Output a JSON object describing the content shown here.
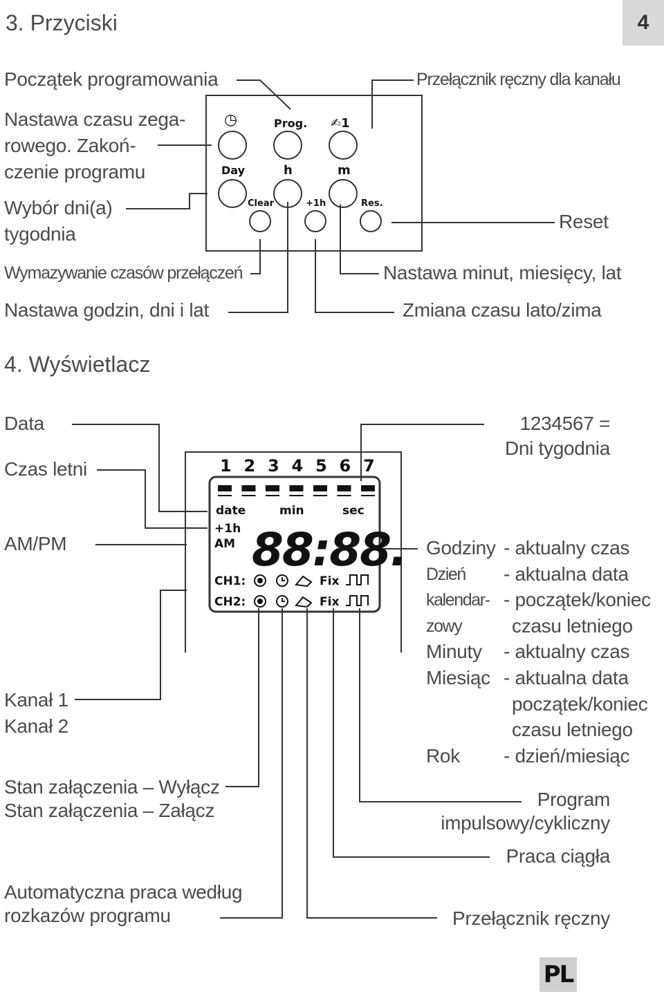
{
  "header": {
    "section_buttons": "3.  Przyciski",
    "page_number": "4"
  },
  "buttons_section": {
    "left_labels": {
      "prog_start": "Początek programowania",
      "clock_setting_1": "Nastawa czasu zega-",
      "clock_setting_2": "rowego. Zakoń-",
      "clock_setting_3": "czenie programu",
      "day_select_1": "Wybór dni(a)",
      "day_select_2": "tygodnia",
      "clear_times": "Wymazywanie czasów przełączeń",
      "hours_setting": "Nastawa godzin, dni i lat"
    },
    "right_labels": {
      "manual_switch_channel": "Przełącznik ręczny dla kanału",
      "reset": "Reset",
      "minutes_setting": "Nastawa minut, miesięcy, lat",
      "dst_change": "Zmiana czasu lato/zima"
    },
    "panel": {
      "clock_symbol": "◷",
      "prog": "Prog.",
      "manual": "✍1",
      "day": "Day",
      "h": "h",
      "m": "m",
      "clear": "Clear",
      "plus1h": "+1h",
      "res": "Res."
    }
  },
  "display_section": {
    "title": "4.  Wyświetlacz",
    "left_labels": {
      "date": "Data",
      "summer_time": "Czas letni",
      "am_pm": "AM/PM",
      "channel1": "Kanał 1",
      "channel2": "Kanał 2",
      "state_off": "Stan załączenia – Wyłącz",
      "state_on": "Stan załączenia – Załącz",
      "auto_1": "Automatyczna praca według",
      "auto_2": "rozkazów programu"
    },
    "right_labels": {
      "weekdays_1": "1234567 =",
      "weekdays_2": "Dni tygodnia",
      "pulse_1": "Program",
      "pulse_2": "impulsowy/cykliczny",
      "continuous": "Praca ciągła",
      "manual": "Przełącznik ręczny"
    },
    "digit_functions": [
      {
        "name": "Godziny",
        "desc": "- aktualny czas"
      },
      {
        "name": "Dzień",
        "desc": "- aktualna data"
      },
      {
        "name": "kalendar-",
        "desc": "- początek/koniec"
      },
      {
        "name": "zowy",
        "desc": "czasu letniego"
      },
      {
        "name": "Minuty",
        "desc": "- aktualny czas"
      },
      {
        "name": "Miesiąc",
        "desc": "- aktualna data"
      },
      {
        "name": "",
        "desc": "początek/koniec"
      },
      {
        "name": "",
        "desc": "czasu letniego"
      },
      {
        "name": "Rok",
        "desc": "- dzień/miesiąc"
      }
    ],
    "lcd": {
      "weekday_numbers": [
        "1",
        "2",
        "3",
        "4",
        "5",
        "6",
        "7"
      ],
      "date": "date",
      "min": "min",
      "sec": "sec",
      "plus1h": "+1h",
      "am": "AM",
      "digits": "88:88.",
      "ch1": "CH1:",
      "ch2": "CH2:",
      "fix": "Fix"
    }
  },
  "footer": {
    "language_badge": "PL"
  }
}
